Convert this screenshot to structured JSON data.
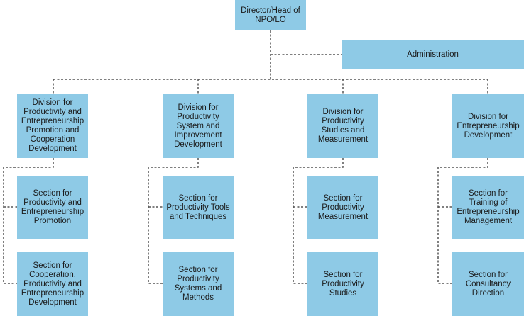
{
  "director": {
    "label": "Director/Head of NPO/LO"
  },
  "administration": {
    "label": "Administration"
  },
  "divisions": [
    {
      "label": "Division for Productivity and Entrepreneurship Promotion and Cooperation Development",
      "sections": [
        {
          "label": "Section for Productivity and Entrepreneurship Promotion"
        },
        {
          "label": "Section for Cooperation, Productivity and Entrepreneurship Development"
        }
      ]
    },
    {
      "label": "Division for Productivity System and Improvement Development",
      "sections": [
        {
          "label": "Section for Productivity Tools and Techniques"
        },
        {
          "label": "Section for Productivity Systems and Methods"
        }
      ]
    },
    {
      "label": "Division for Productivity Studies and Measurement",
      "sections": [
        {
          "label": "Section for Productivity Measurement"
        },
        {
          "label": "Section for Productivity Studies"
        }
      ]
    },
    {
      "label": "Division for Entrepreneurship Development",
      "sections": [
        {
          "label": "Section for Training of Entrepreneurship Management"
        },
        {
          "label": "Section for Consultancy Direction"
        }
      ]
    }
  ],
  "colors": {
    "box": "#8ecae6",
    "connector": "#555555"
  }
}
